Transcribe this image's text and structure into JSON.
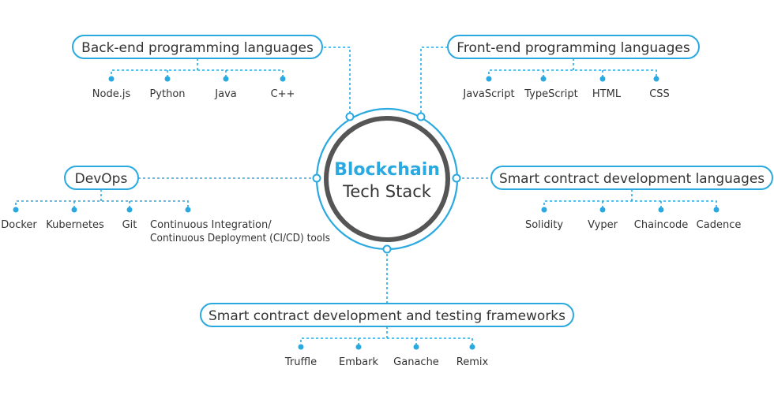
{
  "colors": {
    "accent": "#29a9e0",
    "ring": "#555555",
    "text": "#333333"
  },
  "center": {
    "title": "Blockchain",
    "subtitle": "Tech Stack"
  },
  "categories": [
    {
      "id": "backend",
      "label": "Back-end programming languages",
      "items": [
        "Node.js",
        "Python",
        "Java",
        "C++"
      ]
    },
    {
      "id": "frontend",
      "label": "Front-end programming languages",
      "items": [
        "JavaScript",
        "TypeScript",
        "HTML",
        "CSS"
      ]
    },
    {
      "id": "devops",
      "label": "DevOps",
      "items": [
        "Docker",
        "Kubernetes",
        "Git",
        "Continuous Integration/",
        "Continuous Deployment (CI/CD) tools"
      ]
    },
    {
      "id": "smart-lang",
      "label": "Smart contract development languages",
      "items": [
        "Solidity",
        "Vyper",
        "Chaincode",
        "Cadence"
      ]
    },
    {
      "id": "frameworks",
      "label": "Smart contract development and testing frameworks",
      "items": [
        "Truffle",
        "Embark",
        "Ganache",
        "Remix"
      ]
    }
  ]
}
